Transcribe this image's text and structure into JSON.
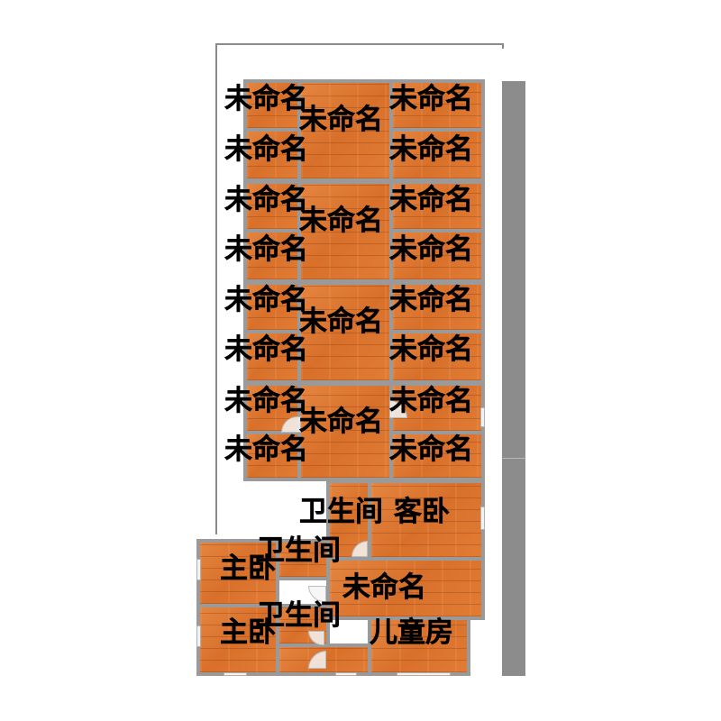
{
  "labels": {
    "unnamed": "未命名",
    "bathroom": "卫生间",
    "guest_bedroom": "客卧",
    "master_bedroom": "主卧",
    "kids_room": "儿童房"
  },
  "colors": {
    "floor": "#e07a32",
    "wall": "#9a9a9a",
    "side_strip": "#8c8c8c",
    "background": "#ffffff"
  }
}
